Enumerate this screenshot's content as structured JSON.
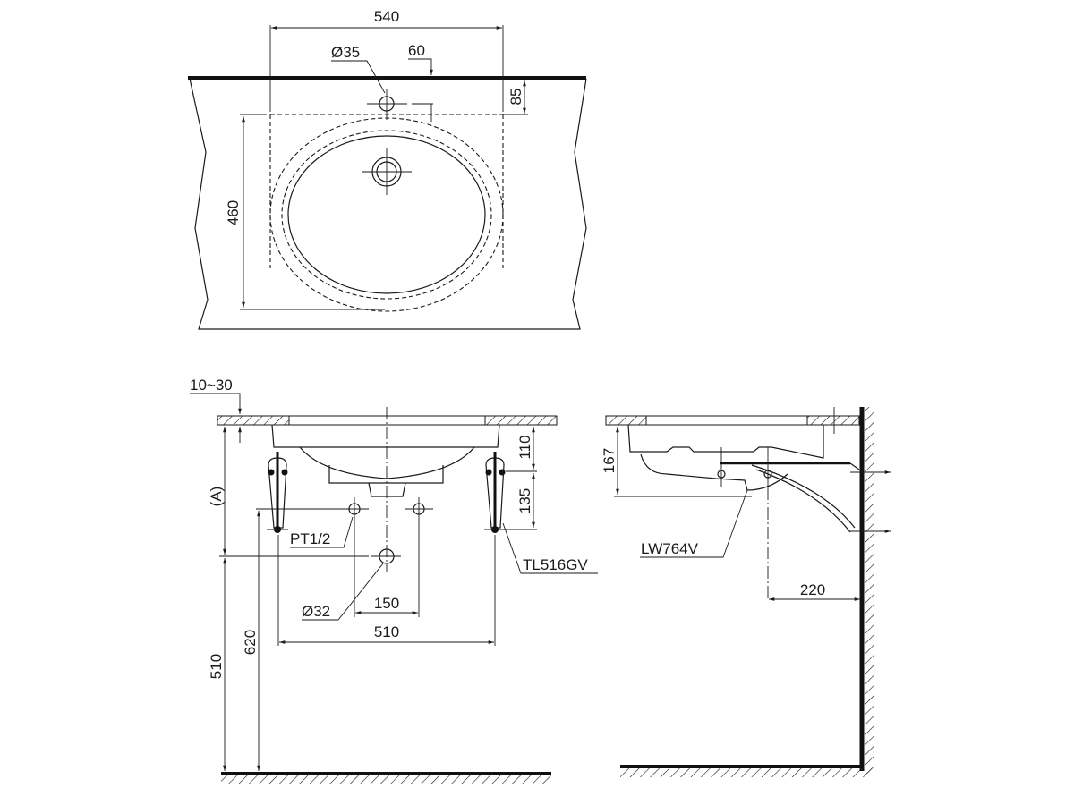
{
  "top_view": {
    "width_dim": "540",
    "depth_dim": "460",
    "faucet_hole_dim": "Ø35",
    "edge_offset_dim": "60",
    "hole_offset_dim": "85"
  },
  "front_view": {
    "counter_thickness_dim": "10~30",
    "bowl_depth_dim": "110",
    "bracket_dim": "135",
    "height_ref_label": "(A)",
    "supply_pipe_label": "PT1/2",
    "drain_label": "Ø32",
    "supply_spacing_dim": "150",
    "bracket_spacing_dim": "510",
    "bracket_part_label": "TL516GV",
    "drain_height_dim": "510",
    "supply_height_dim": "620"
  },
  "side_view": {
    "height_dim": "167",
    "basin_part_label": "LW764V",
    "wall_offset_dim": "220"
  },
  "colors": {
    "line": "#1a1a1a",
    "background": "#ffffff"
  }
}
